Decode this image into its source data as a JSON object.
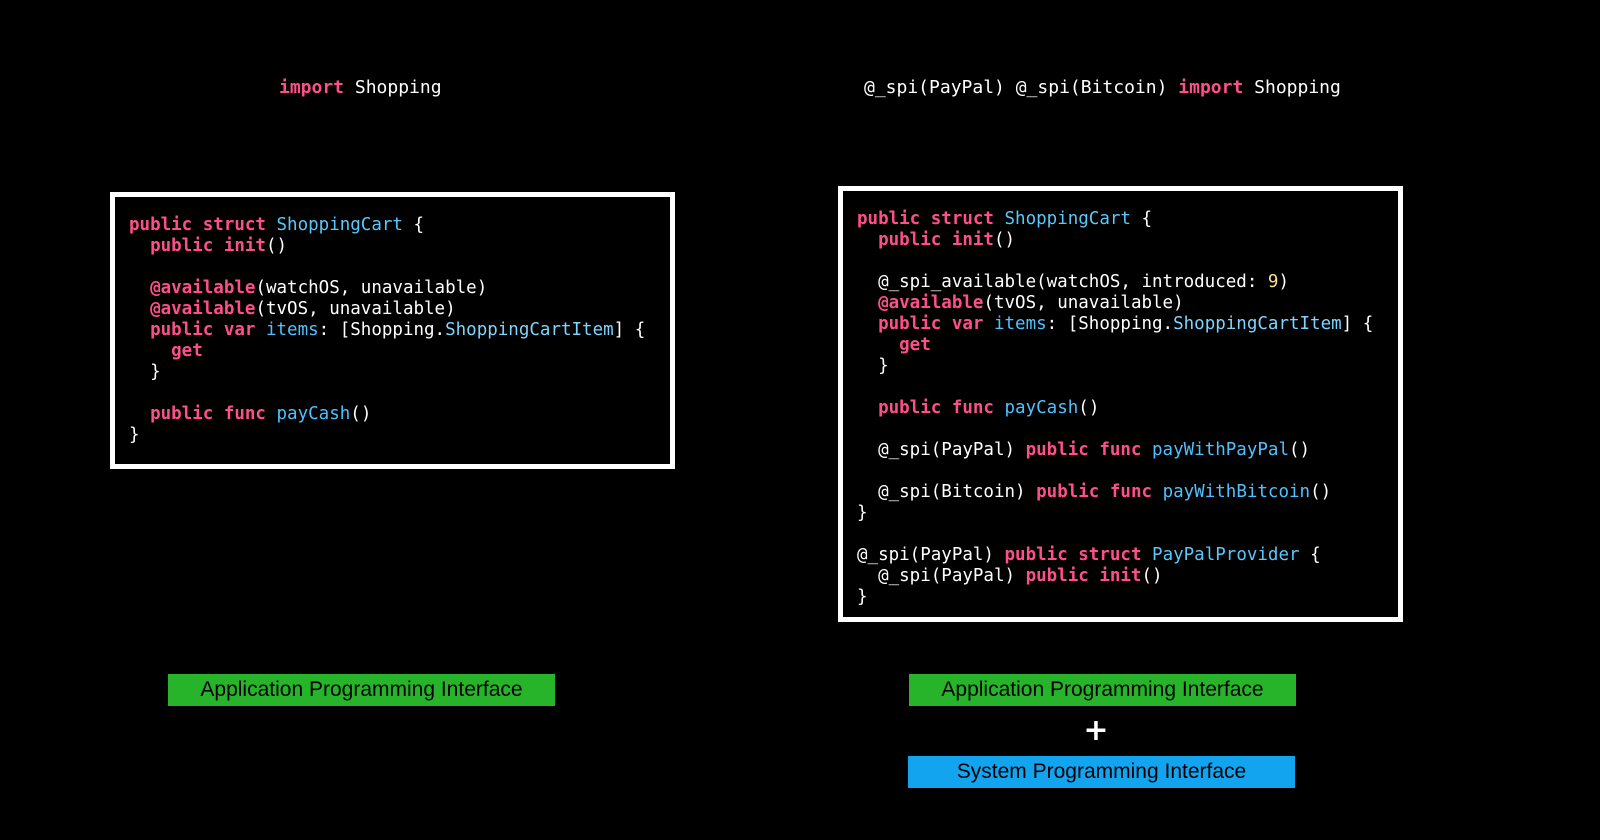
{
  "left": {
    "import": {
      "keyword": "import",
      "module": "Shopping"
    },
    "code": [
      [
        {
          "t": "public struct ",
          "c": "kw"
        },
        {
          "t": "ShoppingCart",
          "c": "typ"
        },
        {
          "t": " {",
          "c": "pl"
        }
      ],
      [
        {
          "t": "  public init",
          "c": "kw"
        },
        {
          "t": "()",
          "c": "pl"
        }
      ],
      [],
      [
        {
          "t": "  @available",
          "c": "kw"
        },
        {
          "t": "(watchOS, unavailable)",
          "c": "pl"
        }
      ],
      [
        {
          "t": "  @available",
          "c": "kw"
        },
        {
          "t": "(tvOS, unavailable)",
          "c": "pl"
        }
      ],
      [
        {
          "t": "  public var ",
          "c": "kw"
        },
        {
          "t": "items",
          "c": "fn"
        },
        {
          "t": ": [Shopping.",
          "c": "pl"
        },
        {
          "t": "ShoppingCartItem",
          "c": "tp2"
        },
        {
          "t": "] {",
          "c": "pl"
        }
      ],
      [
        {
          "t": "    get",
          "c": "kw"
        }
      ],
      [
        {
          "t": "  }",
          "c": "pl"
        }
      ],
      [],
      [
        {
          "t": "  public func ",
          "c": "kw"
        },
        {
          "t": "payCash",
          "c": "fn"
        },
        {
          "t": "()",
          "c": "pl"
        }
      ],
      [
        {
          "t": "}",
          "c": "pl"
        }
      ]
    ],
    "label": "Application Programming Interface"
  },
  "right": {
    "import": {
      "prefix": "@_spi(PayPal) @_spi(Bitcoin) ",
      "keyword": "import",
      "module": "Shopping"
    },
    "code": [
      [
        {
          "t": "public struct ",
          "c": "kw"
        },
        {
          "t": "ShoppingCart",
          "c": "typ"
        },
        {
          "t": " {",
          "c": "pl"
        }
      ],
      [
        {
          "t": "  public init",
          "c": "kw"
        },
        {
          "t": "()",
          "c": "pl"
        }
      ],
      [],
      [
        {
          "t": "  @_spi_available(watchOS, introduced: ",
          "c": "pl"
        },
        {
          "t": "9",
          "c": "num"
        },
        {
          "t": ")",
          "c": "pl"
        }
      ],
      [
        {
          "t": "  @available",
          "c": "kw"
        },
        {
          "t": "(tvOS, unavailable)",
          "c": "pl"
        }
      ],
      [
        {
          "t": "  public var ",
          "c": "kw"
        },
        {
          "t": "items",
          "c": "fn"
        },
        {
          "t": ": [Shopping.",
          "c": "pl"
        },
        {
          "t": "ShoppingCartItem",
          "c": "tp2"
        },
        {
          "t": "] {",
          "c": "pl"
        }
      ],
      [
        {
          "t": "    get",
          "c": "kw"
        }
      ],
      [
        {
          "t": "  }",
          "c": "pl"
        }
      ],
      [],
      [
        {
          "t": "  public func ",
          "c": "kw"
        },
        {
          "t": "payCash",
          "c": "fn"
        },
        {
          "t": "()",
          "c": "pl"
        }
      ],
      [],
      [
        {
          "t": "  @_spi(PayPal) ",
          "c": "pl"
        },
        {
          "t": "public func ",
          "c": "kw"
        },
        {
          "t": "payWithPayPal",
          "c": "fn"
        },
        {
          "t": "()",
          "c": "pl"
        }
      ],
      [],
      [
        {
          "t": "  @_spi(Bitcoin) ",
          "c": "pl"
        },
        {
          "t": "public func ",
          "c": "kw"
        },
        {
          "t": "payWithBitcoin",
          "c": "fn"
        },
        {
          "t": "()",
          "c": "pl"
        }
      ],
      [
        {
          "t": "}",
          "c": "pl"
        }
      ],
      [],
      [
        {
          "t": "@_spi(PayPal) ",
          "c": "pl"
        },
        {
          "t": "public struct ",
          "c": "kw"
        },
        {
          "t": "PayPalProvider",
          "c": "typ"
        },
        {
          "t": " {",
          "c": "pl"
        }
      ],
      [
        {
          "t": "  @_spi(PayPal) ",
          "c": "pl"
        },
        {
          "t": "public init",
          "c": "kw"
        },
        {
          "t": "()",
          "c": "pl"
        }
      ],
      [
        {
          "t": "}",
          "c": "pl"
        }
      ]
    ],
    "api_label": "Application Programming Interface",
    "plus": "+",
    "spi_label": "System Programming Interface"
  },
  "colors": {
    "background": "#000000",
    "keyword": "#ff4f8b",
    "type": "#5ac8fa",
    "api_label_bg": "#27b42b",
    "spi_label_bg": "#13a4f0",
    "box_border": "#ffffff"
  }
}
